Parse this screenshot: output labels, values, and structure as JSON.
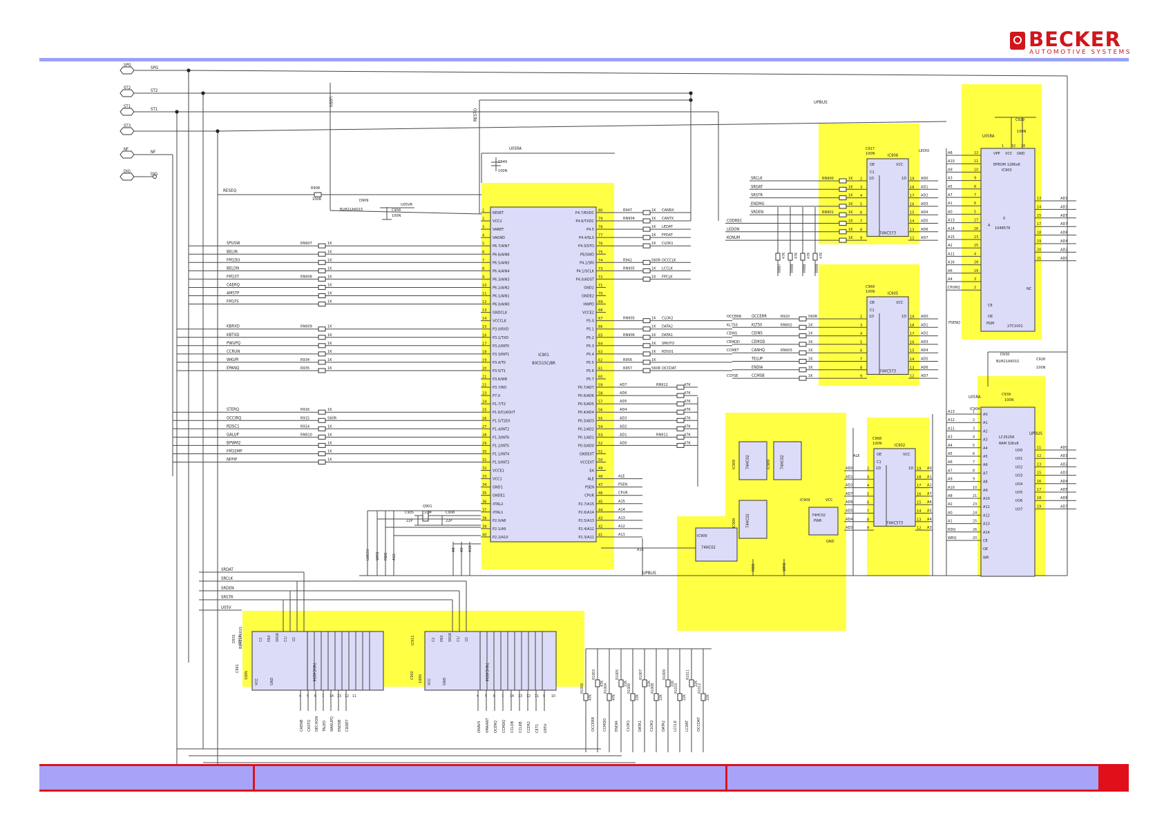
{
  "brand": {
    "word": "BECKER",
    "subline": "AUTOMOTIVE  SYSTEMS",
    "color": "#d0161b"
  },
  "colors": {
    "highlight": "#ffff44",
    "chip": "#dcdcf8",
    "wire": "#444444",
    "rule": "#9aa0f5",
    "footer": "#a7a3f9",
    "footer_border": "#e0101b"
  },
  "connectors": [
    "SPG",
    "ST2",
    "ST1",
    "ST3",
    "NF",
    "DIG"
  ],
  "connector_nets": [
    "SPG",
    "ST2",
    "ST1",
    "",
    "NF",
    "DIG"
  ],
  "top_labels": {
    "u05v": "U05V",
    "upbus": "UPBUS",
    "resto": "RESTO",
    "u05ra": "U05RA",
    "reseq": "RESEQ"
  },
  "misc_parts": [
    {
      "ref": "C949",
      "value": "100N"
    },
    {
      "ref": "R908",
      "value": "100R"
    },
    {
      "ref": "D909",
      "value": "BLM21A601S"
    },
    {
      "ref": "C958",
      "value": "100N"
    },
    {
      "ref": "U05VR",
      "value": ""
    }
  ],
  "mcu": {
    "ref": "IC901",
    "part": "80C515C/8R",
    "left_pins": [
      [
        "1",
        "RESET"
      ],
      [
        "2",
        "VCC2"
      ],
      [
        "3",
        "VAREF"
      ],
      [
        "4",
        "VAGND"
      ],
      [
        "5",
        "P6.7/AIN7"
      ],
      [
        "6",
        "P6.6/AIN6"
      ],
      [
        "7",
        "P6.5/AIN5"
      ],
      [
        "8",
        "P6.4/AIN4"
      ],
      [
        "9",
        "P6.3/AIN3"
      ],
      [
        "10",
        "P6.2/AIN2"
      ],
      [
        "11",
        "P6.1/AIN1"
      ],
      [
        "12",
        "P6.0/AIN0"
      ],
      [
        "13",
        "GNDCLK"
      ],
      [
        "14",
        "VCCCLK"
      ],
      [
        "15",
        "P3.0/RXD"
      ],
      [
        "16",
        "P3.1/TXD"
      ],
      [
        "17",
        "P3.2/INT0"
      ],
      [
        "18",
        "P3.3/INT1"
      ],
      [
        "19",
        "P3.4/T0"
      ],
      [
        "20",
        "P3.5/T1"
      ],
      [
        "21",
        "P3.6/WR"
      ],
      [
        "22",
        "P3.7/RD"
      ],
      [
        "23",
        "P7.0"
      ],
      [
        "24",
        "P1.7/T2"
      ],
      [
        "25",
        "P1.6/CLKOUT"
      ],
      [
        "26",
        "P1.5/T2EX"
      ],
      [
        "27",
        "P1.4/INT2"
      ],
      [
        "28",
        "P1.3/INT6"
      ],
      [
        "29",
        "P1.2/INT5"
      ],
      [
        "30",
        "P1.1/INT4"
      ],
      [
        "31",
        "P1.0/INT3"
      ],
      [
        "32",
        "VCCE1"
      ],
      [
        "33",
        "VCC1"
      ],
      [
        "34",
        "GND1"
      ],
      [
        "35",
        "GNDE1"
      ],
      [
        "36",
        "XTAL2"
      ],
      [
        "37",
        "XTAL1"
      ],
      [
        "38",
        "P2.0/A8"
      ],
      [
        "39",
        "P2.1/A9"
      ],
      [
        "40",
        "P2.2/A10"
      ]
    ],
    "right_pins": [
      [
        "80",
        "P4.7/RXDC"
      ],
      [
        "79",
        "P4.6/TXDC"
      ],
      [
        "78",
        "P4.5"
      ],
      [
        "77",
        "P4.4/SLS"
      ],
      [
        "76",
        "P4.3/STO"
      ],
      [
        "75",
        "PE/SWD"
      ],
      [
        "74",
        "P4.2/SRI"
      ],
      [
        "73",
        "P4.1/SCLK"
      ],
      [
        "72",
        "P4.0/ADST"
      ],
      [
        "71",
        "GND2"
      ],
      [
        "70",
        "GNDE2"
      ],
      [
        "69",
        "HWPD"
      ],
      [
        "68",
        "VCCE2"
      ],
      [
        "67",
        "P5.0"
      ],
      [
        "66",
        "P5.1"
      ],
      [
        "65",
        "P5.2"
      ],
      [
        "64",
        "P5.3"
      ],
      [
        "63",
        "P5.4"
      ],
      [
        "62",
        "P5.5"
      ],
      [
        "61",
        "P5.6"
      ],
      [
        "60",
        "P5.7"
      ],
      [
        "59",
        "P0.7/AD7"
      ],
      [
        "58",
        "P0.6/AD6"
      ],
      [
        "57",
        "P0.5/AD5"
      ],
      [
        "56",
        "P0.4/AD4"
      ],
      [
        "55",
        "P0.3/AD3"
      ],
      [
        "54",
        "P0.2/AD2"
      ],
      [
        "53",
        "P0.1/AD1"
      ],
      [
        "52",
        "P0.0/AD0"
      ],
      [
        "51",
        "GNDEXT"
      ],
      [
        "50",
        "VCCEXT"
      ],
      [
        "49",
        "EA"
      ],
      [
        "48",
        "ALE"
      ],
      [
        "47",
        "PSEN"
      ],
      [
        "46",
        "CPUR"
      ],
      [
        "45",
        "P2.7/A15"
      ],
      [
        "44",
        "P2.6/A14"
      ],
      [
        "43",
        "P2.5/A13"
      ],
      [
        "42",
        "P2.4/A12"
      ],
      [
        "41",
        "P2.3/A11"
      ]
    ]
  },
  "left_nets": [
    {
      "net": "SPUSW",
      "ref": "RN907",
      "val": "1K",
      "pin": 5
    },
    {
      "net": "BELIN",
      "ref": "",
      "val": "1K",
      "pin": 6
    },
    {
      "net": "FM1DU",
      "ref": "",
      "val": "1K",
      "pin": 7
    },
    {
      "net": "BELON",
      "ref": "",
      "val": "1K",
      "pin": 8
    },
    {
      "net": "FM1ST",
      "ref": "RN908",
      "val": "1K",
      "pin": 9
    },
    {
      "net": "CAERQ",
      "ref": "",
      "val": "1K",
      "pin": 10
    },
    {
      "net": "AMSTP",
      "ref": "",
      "val": "1K",
      "pin": 11
    },
    {
      "net": "FM1FS",
      "ref": "",
      "val": "1K",
      "pin": 12
    },
    {
      "net": "KBRXD",
      "ref": "RN909",
      "val": "1K",
      "pin": 15
    },
    {
      "net": "KBTXD",
      "ref": "",
      "val": "1K",
      "pin": 16
    },
    {
      "net": "PWUPQ",
      "ref": "",
      "val": "1K",
      "pin": 17
    },
    {
      "net": "CCRUN",
      "ref": "",
      "val": "1K",
      "pin": 18
    },
    {
      "net": "WKUPI",
      "ref": "R934",
      "val": "1K",
      "pin": 19
    },
    {
      "net": "EPANQ",
      "ref": "R935",
      "val": "1K",
      "pin": 20
    },
    {
      "net": "STERQ",
      "ref": "R916",
      "val": "1K",
      "pin": 25
    },
    {
      "net": "OCCIRQ",
      "ref": "R915",
      "val": "560R",
      "pin": 26
    },
    {
      "net": "RDSC1",
      "ref": "R914",
      "val": "1K",
      "pin": 27
    },
    {
      "net": "GALUP",
      "ref": "RN910",
      "val": "1K",
      "pin": 28
    },
    {
      "net": "BPWM2",
      "ref": "",
      "val": "1K",
      "pin": 29
    },
    {
      "net": "FM1EMP",
      "ref": "",
      "val": "1K",
      "pin": 30
    },
    {
      "net": "NFPIP",
      "ref": "",
      "val": "1K",
      "pin": 31
    }
  ],
  "right_nets": [
    {
      "pin": 80,
      "ref": "R947",
      "val": "1K",
      "net": "CANRX"
    },
    {
      "pin": 79,
      "ref": "RN904",
      "val": "1K",
      "net": "CANTX"
    },
    {
      "pin": 78,
      "ref": "",
      "val": "1K",
      "net": "LEDAT"
    },
    {
      "pin": 77,
      "ref": "",
      "val": "1K",
      "net": "FPDAT"
    },
    {
      "pin": 76,
      "ref": "",
      "val": "1K",
      "net": "CLOK1"
    },
    {
      "pin": 74,
      "ref": "R942",
      "val": "560R",
      "net": "OCCCLK"
    },
    {
      "pin": 73,
      "ref": "RN905",
      "val": "1K",
      "net": "LCCLK"
    },
    {
      "pin": 72,
      "ref": "",
      "val": "1K",
      "net": "FPCLK"
    },
    {
      "pin": 67,
      "ref": "RN905",
      "val": "1K",
      "net": "CLOK2"
    },
    {
      "pin": 66,
      "ref": "",
      "val": "1K",
      "net": "DATA2"
    },
    {
      "pin": 65,
      "ref": "RN906",
      "val": "1K",
      "net": "DATA1"
    },
    {
      "pin": 64,
      "ref": "",
      "val": "1K",
      "net": "SMUTO"
    },
    {
      "pin": 63,
      "ref": "",
      "val": "1K",
      "net": "RDS01"
    },
    {
      "pin": 62,
      "ref": "R956",
      "val": "1K",
      "net": ""
    },
    {
      "pin": 61,
      "ref": "R957",
      "val": "560R",
      "net": "OCCDAT"
    }
  ],
  "ad_pullups": [
    {
      "pin": 59,
      "net": "AD7",
      "ref": "RN912",
      "val": "47K"
    },
    {
      "pin": 58,
      "net": "AD6",
      "ref": "",
      "val": "47K"
    },
    {
      "pin": 57,
      "net": "AD5",
      "ref": "",
      "val": "47K"
    },
    {
      "pin": 56,
      "net": "AD4",
      "ref": "",
      "val": "47K"
    },
    {
      "pin": 55,
      "net": "AD3",
      "ref": "",
      "val": "47K"
    },
    {
      "pin": 54,
      "net": "AD2",
      "ref": "",
      "val": "47K"
    },
    {
      "pin": 53,
      "net": "AD1",
      "ref": "RN911",
      "val": "47K"
    },
    {
      "pin": 52,
      "net": "AD0",
      "ref": "",
      "val": "47K"
    }
  ],
  "bus_pins": [
    {
      "pin": 48,
      "net": "ALE"
    },
    {
      "pin": 47,
      "net": "PSEN"
    },
    {
      "pin": 46,
      "net": "CPUR"
    },
    {
      "pin": 45,
      "net": "A15"
    },
    {
      "pin": 44,
      "net": "A14"
    },
    {
      "pin": 43,
      "net": "A13"
    },
    {
      "pin": 42,
      "net": "A12"
    },
    {
      "pin": 41,
      "net": "A11"
    }
  ],
  "crystal": {
    "q": "Q901",
    "freq": "10M",
    "c1": "C905",
    "c2": "C908",
    "cap": "22P"
  },
  "mcu_bottom_nets": [
    "LOE33",
    "WRQ",
    "RDQ",
    "A16",
    "A8",
    "A9",
    "A10"
  ],
  "latch1": {
    "ref": "IC906",
    "part": "74HC573",
    "cap": "C917",
    "capval": "100N",
    "oe": "LEDIO",
    "le": "C1",
    "in_nets": [
      "SRCLK",
      "SRDAT",
      "SRSTR",
      "ENDMU",
      "SRDEN",
      "CODREC",
      "LEDON",
      "KONUM"
    ],
    "in_refs": [
      "RN900",
      "",
      "",
      "",
      "RN901",
      "",
      "",
      ""
    ],
    "out_nets": [
      "AD0",
      "AD1",
      "AD2",
      "AD3",
      "AD4",
      "AD5",
      "AD6",
      "AD7"
    ],
    "pulls": [
      {
        "ref": "R997",
        "val": "47K"
      },
      {
        "ref": "R998",
        "val": "47K"
      },
      {
        "ref": "R988",
        "val": "47K"
      },
      {
        "ref": "R999",
        "val": "47K"
      }
    ]
  },
  "latch2": {
    "ref": "IC905",
    "part": "74HC573",
    "cap": "C969",
    "capval": "100N",
    "in_nets": [
      "OCCERR",
      "KLT50",
      "CEINS",
      "CEMOD",
      "CANHQ",
      "TELUP",
      "ENDIA",
      "CCMSB"
    ],
    "in_refs": [
      "R920",
      "RN902",
      "",
      "",
      "RN903",
      "",
      "",
      ""
    ],
    "in_vals": [
      "560R",
      "1K",
      "1K",
      "1K",
      "1K",
      "1K",
      "1K",
      "1K"
    ],
    "out_nets": [
      "AD0",
      "AD1",
      "AD2",
      "AD3",
      "AD4",
      "AD5",
      "AD6",
      "AD7"
    ],
    "side": [
      "OCCERR",
      "KL750",
      "CEINS",
      "CEMOD",
      "CCMET",
      "",
      "",
      "CCPSE"
    ]
  },
  "latch3": {
    "ref": "IC902",
    "part": "74HC573",
    "cap": "C968",
    "capval": "100N",
    "le": "ALE",
    "in_nets": [
      "AD0",
      "AD1",
      "AD2",
      "AD7",
      "AD6",
      "AD5",
      "AD4",
      "AD3"
    ],
    "out_nets": [
      "A0",
      "A1",
      "A2",
      "A7",
      "A6",
      "A5",
      "A4",
      "A3"
    ]
  },
  "eprom": {
    "ref": "IC903",
    "part": "EPROM 128Kx8",
    "alt": "27C1001",
    "cap": "C929",
    "capval": "100N",
    "supply": "U05RA",
    "top": [
      "VPP",
      "VCC",
      "GND"
    ],
    "top_pins": [
      "1",
      "32",
      "16"
    ],
    "addr": [
      "A8",
      "A10",
      "A9",
      "A3",
      "A5",
      "A7",
      "A1",
      "A0",
      "A13",
      "A14",
      "A15",
      "A2",
      "A11",
      "A16",
      "A6",
      "A4",
      "CPURQ"
    ],
    "pins": [
      "12",
      "11",
      "10",
      "9",
      "8",
      "7",
      "6",
      "5",
      "27",
      "26",
      "23",
      "25",
      "4",
      "28",
      "29",
      "3",
      "2"
    ],
    "out": [
      "AD1",
      "AD3",
      "AD5",
      "AD7",
      "AD6",
      "AD4",
      "AD2",
      "AD0"
    ],
    "out_pins": [
      "13",
      "14",
      "15",
      "17",
      "18",
      "19",
      "20",
      "21"
    ],
    "misc": [
      "0",
      "1048576",
      "A",
      "NC",
      "PGM",
      "OE",
      "CE",
      "PSENQ"
    ]
  },
  "ram": {
    "ref": "IC904",
    "part": "LC35256",
    "desc": "RAM 32Kx8",
    "cap": "C939",
    "capval": "100N",
    "supply": "U05RA",
    "bead": "D930",
    "bead_part": "BLM21A601S",
    "cap2": "C928",
    "cap2val": "100N",
    "addr": [
      "A13",
      "A12",
      "A11",
      "A3",
      "A4",
      "A5",
      "A6",
      "A7",
      "A9",
      "A10",
      "A8",
      "A2",
      "A0",
      "A1",
      "RDQ",
      "WRQ"
    ],
    "pins": [
      "1",
      "2",
      "3",
      "4",
      "5",
      "6",
      "7",
      "8",
      "9",
      "10",
      "21",
      "23",
      "24",
      "25",
      "26",
      "20"
    ],
    "labels": [
      "A0",
      "A1",
      "A2",
      "A3",
      "A4",
      "A5",
      "A6",
      "A7",
      "A8",
      "A9",
      "A10",
      "A11",
      "A12",
      "A13",
      "A14",
      "CE",
      "OE",
      "WR"
    ],
    "out_labels": [
      "I/O0",
      "I/O1",
      "I/O2",
      "I/O3",
      "I/O4",
      "I/O5",
      "I/O6",
      "I/O7"
    ],
    "out_nets": [
      "AD0",
      "AD1",
      "AD2",
      "AD3",
      "AD4",
      "AD5",
      "AD6",
      "AD7"
    ],
    "out_pins": [
      "11",
      "12",
      "13",
      "15",
      "16",
      "17",
      "18",
      "19"
    ]
  },
  "gates": {
    "ref": "IC909",
    "part": "74HC02",
    "pwr": "PWR",
    "vcc": "VCC",
    "gnd": "GND",
    "in": "A15",
    "outs": [
      "RDQ",
      "WRQ"
    ]
  },
  "shift1": {
    "ref": "IC910",
    "part": "74HC4094",
    "cap": "C901",
    "capval": "100N",
    "bead": "D931",
    "bead_part": "BLM21A601S",
    "in_nets": [
      "SRDAT",
      "SRCLK",
      "SRDEN",
      "SRSTR",
      "U05V"
    ],
    "out_nets": [
      "CAENB",
      "CASTQ",
      "DECHON",
      "TALED",
      "WAKUPQ",
      "ENDSB",
      "CDDET"
    ],
    "out_pins": [
      "4",
      "5",
      "6",
      "7",
      "14",
      "13",
      "12",
      "11"
    ],
    "pins_top": [
      "C2",
      "EN3",
      "SRG8",
      "C1/",
      "1D"
    ]
  },
  "shift2": {
    "ref": "IC911",
    "part": "74HC4094",
    "cap": "C902",
    "capval": "100N",
    "out_nets": [
      "ONAVS",
      "VMAANT",
      "OCERQ",
      "CCMDQ",
      "CCLOB",
      "CCLKB",
      "CCER2",
      "CET1",
      "U05V"
    ],
    "out_pins": [
      "4",
      "5",
      "6",
      "7",
      "14",
      "13",
      "12",
      "11",
      "9",
      "10"
    ]
  },
  "bottom_res": [
    {
      "ref": "R1000",
      "val": "47K"
    },
    {
      "ref": "R1003",
      "val": "47K"
    },
    {
      "ref": "R1004",
      "val": "47K"
    },
    {
      "ref": "R1005",
      "val": "22K"
    },
    {
      "ref": "R1006",
      "val": "22K"
    },
    {
      "ref": "R1007",
      "val": "22K"
    },
    {
      "ref": "R1008",
      "val": "22K"
    },
    {
      "ref": "R1009",
      "val": "22K"
    },
    {
      "ref": "R1010",
      "val": "22K"
    },
    {
      "ref": "R1011",
      "val": "22K"
    },
    {
      "ref": "R1012",
      "val": "22K"
    }
  ],
  "bottom_nets": [
    "OCCERR",
    "CCMDO",
    "ENDIA",
    "CLOK1",
    "DATA1",
    "CLOK2",
    "DATA2",
    "LCCLK",
    "LCDAT",
    "OCCDAT"
  ],
  "upbus_label": "UPBUS",
  "footer": {
    "cells": [
      "",
      "",
      ""
    ],
    "page": ""
  }
}
